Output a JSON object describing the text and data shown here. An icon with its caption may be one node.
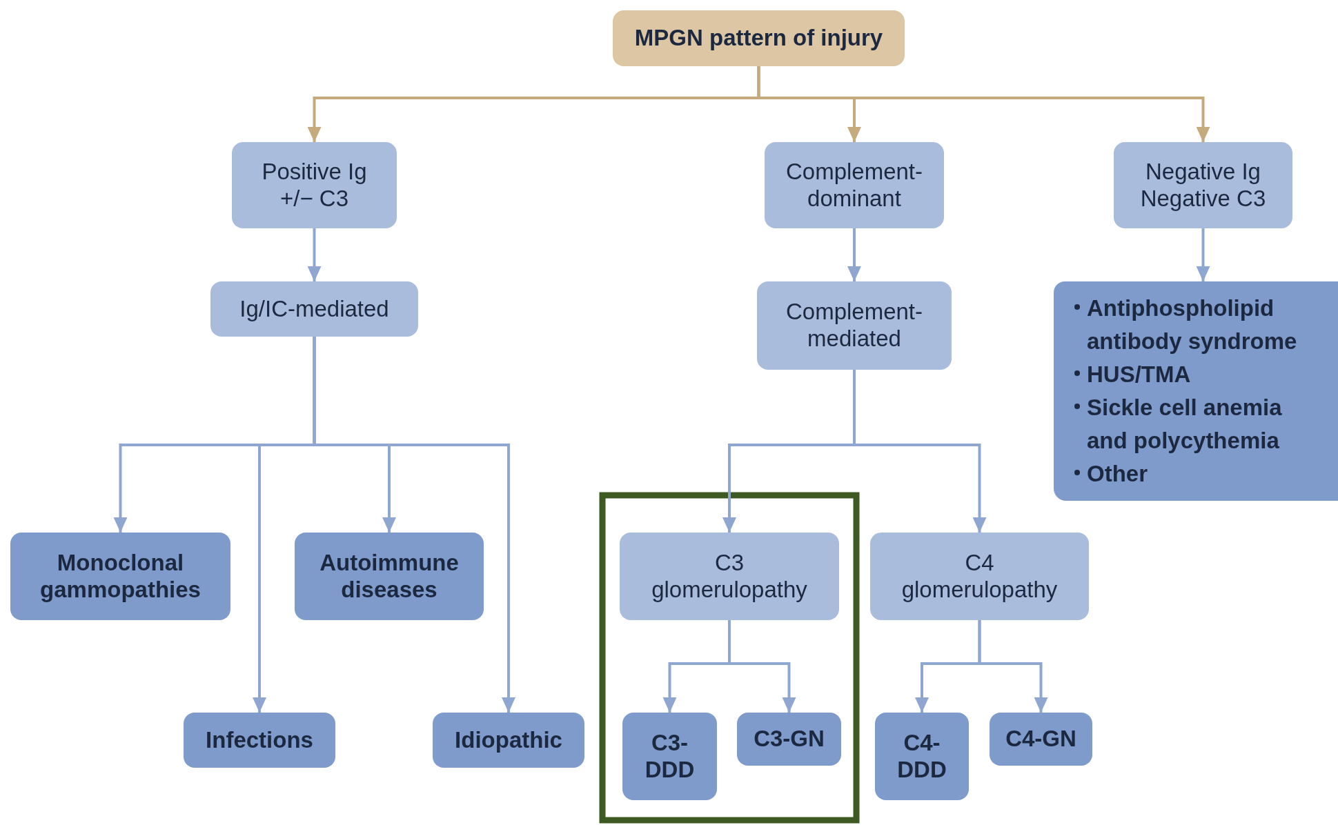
{
  "diagram": {
    "nodes": [
      {
        "text": [
          "MPGN pattern of injury"
        ]
      },
      {
        "text": [
          "Positive Ig +/− C3"
        ]
      },
      {
        "text": [
          "Complement-dominant"
        ]
      },
      {
        "text": [
          "Negative Ig Negative C3"
        ]
      },
      {
        "text": [
          "Ig/IC-mediated"
        ]
      },
      {
        "text": [
          "Complement-mediated"
        ]
      },
      {
        "text": [
          "Antiphospholipid antibody syndrome",
          "HUS/TMA",
          "Sickle cell anemia and polycythemia",
          "Other"
        ]
      },
      {
        "text": [
          "Monoclonal gammopathies"
        ]
      },
      {
        "text": [
          "Infections"
        ]
      },
      {
        "text": [
          "Autoimmune diseases"
        ]
      },
      {
        "text": [
          "Idiopathic"
        ]
      },
      {
        "text": [
          "C3 glomerulopathy"
        ]
      },
      {
        "text": [
          "C4 glomerulopathy"
        ]
      },
      {
        "text": [
          "C3-DDD"
        ]
      },
      {
        "text": [
          "C3-GN"
        ]
      },
      {
        "text": [
          "C4-DDD"
        ]
      },
      {
        "text": [
          "C4-GN"
        ]
      }
    ],
    "edges": [
      {
        "from": 0,
        "to": 1,
        "arrow": "to",
        "color": "#c4aa7c"
      },
      {
        "from": 0,
        "to": 2,
        "arrow": "to",
        "color": "#c4aa7c"
      },
      {
        "from": 0,
        "to": 3,
        "arrow": "to",
        "color": "#c4aa7c"
      },
      {
        "from": 1,
        "to": 4,
        "arrow": "to"
      },
      {
        "from": 2,
        "to": 5,
        "arrow": "to"
      },
      {
        "from": 3,
        "to": 6,
        "arrow": "to"
      },
      {
        "from": 4,
        "to": 7,
        "arrow": "to"
      },
      {
        "from": 4,
        "to": 8,
        "arrow": "to"
      },
      {
        "from": 4,
        "to": 9,
        "arrow": "to"
      },
      {
        "from": 4,
        "to": 10,
        "arrow": "to"
      },
      {
        "from": 5,
        "to": 11,
        "arrow": "to"
      },
      {
        "from": 5,
        "to": 12,
        "arrow": "to"
      },
      {
        "from": 11,
        "to": 13,
        "arrow": "to"
      },
      {
        "from": 11,
        "to": 14,
        "arrow": "to"
      },
      {
        "from": 12,
        "to": 15,
        "arrow": "to"
      },
      {
        "from": 12,
        "to": 16,
        "arrow": "to"
      }
    ]
  }
}
